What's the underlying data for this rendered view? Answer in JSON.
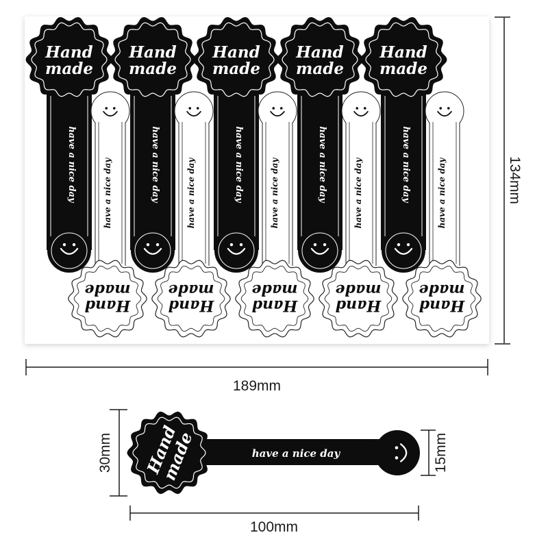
{
  "sheet": {
    "sticker_title_line1": "Hand",
    "sticker_title_line2": "made",
    "sticker_message": "have a nice day"
  },
  "dimensions": {
    "sheet_height": "134mm",
    "sheet_width": "189mm",
    "sticker_length": "100mm",
    "sticker_head_height": "30mm",
    "sticker_tail_height": "15mm"
  },
  "colors": {
    "sticker_black": "#0d0d0d",
    "sticker_white": "#ffffff",
    "sheet_background": "#ffffff",
    "dimension_line": "#1a1a1a"
  },
  "icons": [
    "smiley-icon",
    "wavy-seal-badge"
  ]
}
